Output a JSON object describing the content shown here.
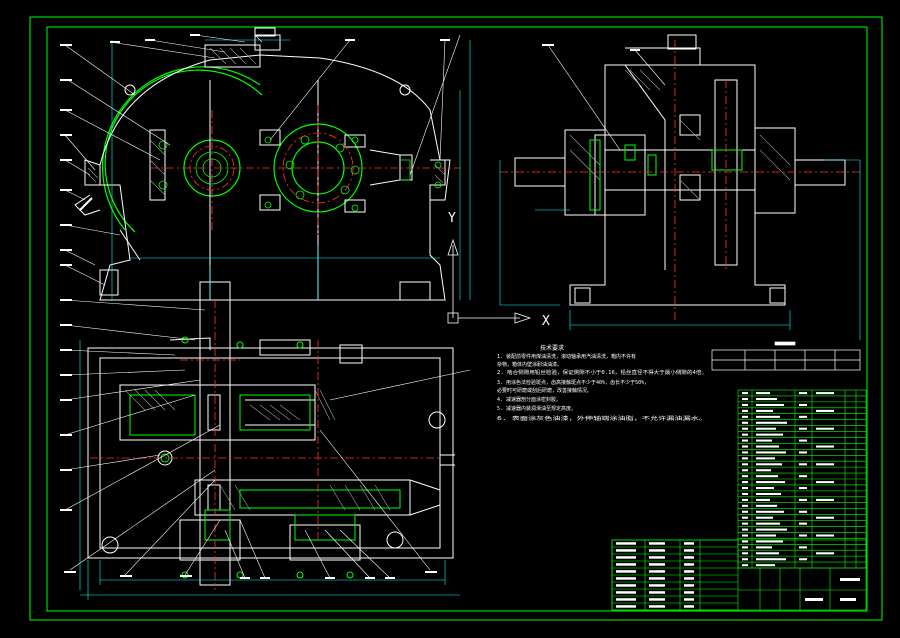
{
  "drawing": {
    "background": "#000000",
    "colors": {
      "frame": "#00ff00",
      "outline": "#ffffff",
      "center": "#ff3333",
      "gear": "#00ff00",
      "dim": "#00ffff",
      "hatch": "#a0a0a0"
    },
    "axis_labels": {
      "x": "X",
      "y": "Y"
    },
    "notes_title": "技术要求",
    "notes": [
      "1. 装配前零件用煤油清洗，滚动轴承用汽油清洗，箱内不许有",
      "   杂物，箱体内壁涂耐油油漆。",
      "2. 啮合侧隙用铅丝检验，保证侧隙不小于0.16，铅丝直径不得大于最小侧隙的4倍。",
      "3. 用涂色法检验斑点，齿高接触斑点不少于40%，齿长不少于50%，",
      "   必要时可研磨或刮后研磨，改善接触情况。",
      "4. 减速器剖分面涂密封胶。",
      "5. 减速器内装润滑油至规定高度。",
      "6. 表面涂灰色油漆，外伸轴端涂油脂，不允许漏油漏水。"
    ]
  }
}
